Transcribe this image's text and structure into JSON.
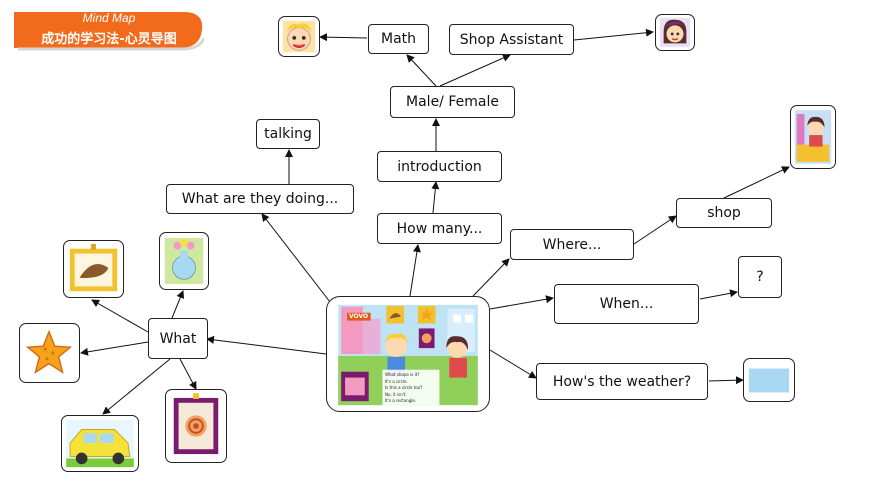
{
  "banner": {
    "title": "Mind Map",
    "subtitle": "成功的学习法-心灵导图",
    "color": "#f26b1d"
  },
  "nodes": {
    "math": "Math",
    "shop_assistant": "Shop Assistant",
    "male_female": "Male/ Female",
    "talking": "talking",
    "introduction": "introduction",
    "what_doing": "What are they doing...",
    "how_many": "How many...",
    "shop": "shop",
    "where": "Where...",
    "question": "?",
    "when": "When...",
    "what": "What",
    "weather": "How's the weather?"
  },
  "scene_text": {
    "logo": "VOVO",
    "line1": "What shape is it?",
    "line2": "It's a circle.",
    "line3": "Is this a circle too?",
    "line4": "No, it isn't.",
    "line5": "It's a rectangle."
  },
  "colors": {
    "line": "#111111",
    "sky": "#a8d8f2",
    "frame_gold": "#f2c12e",
    "frame_purple": "#7a1b6e",
    "star": "#f7a21b",
    "car": "#f4e23a"
  }
}
